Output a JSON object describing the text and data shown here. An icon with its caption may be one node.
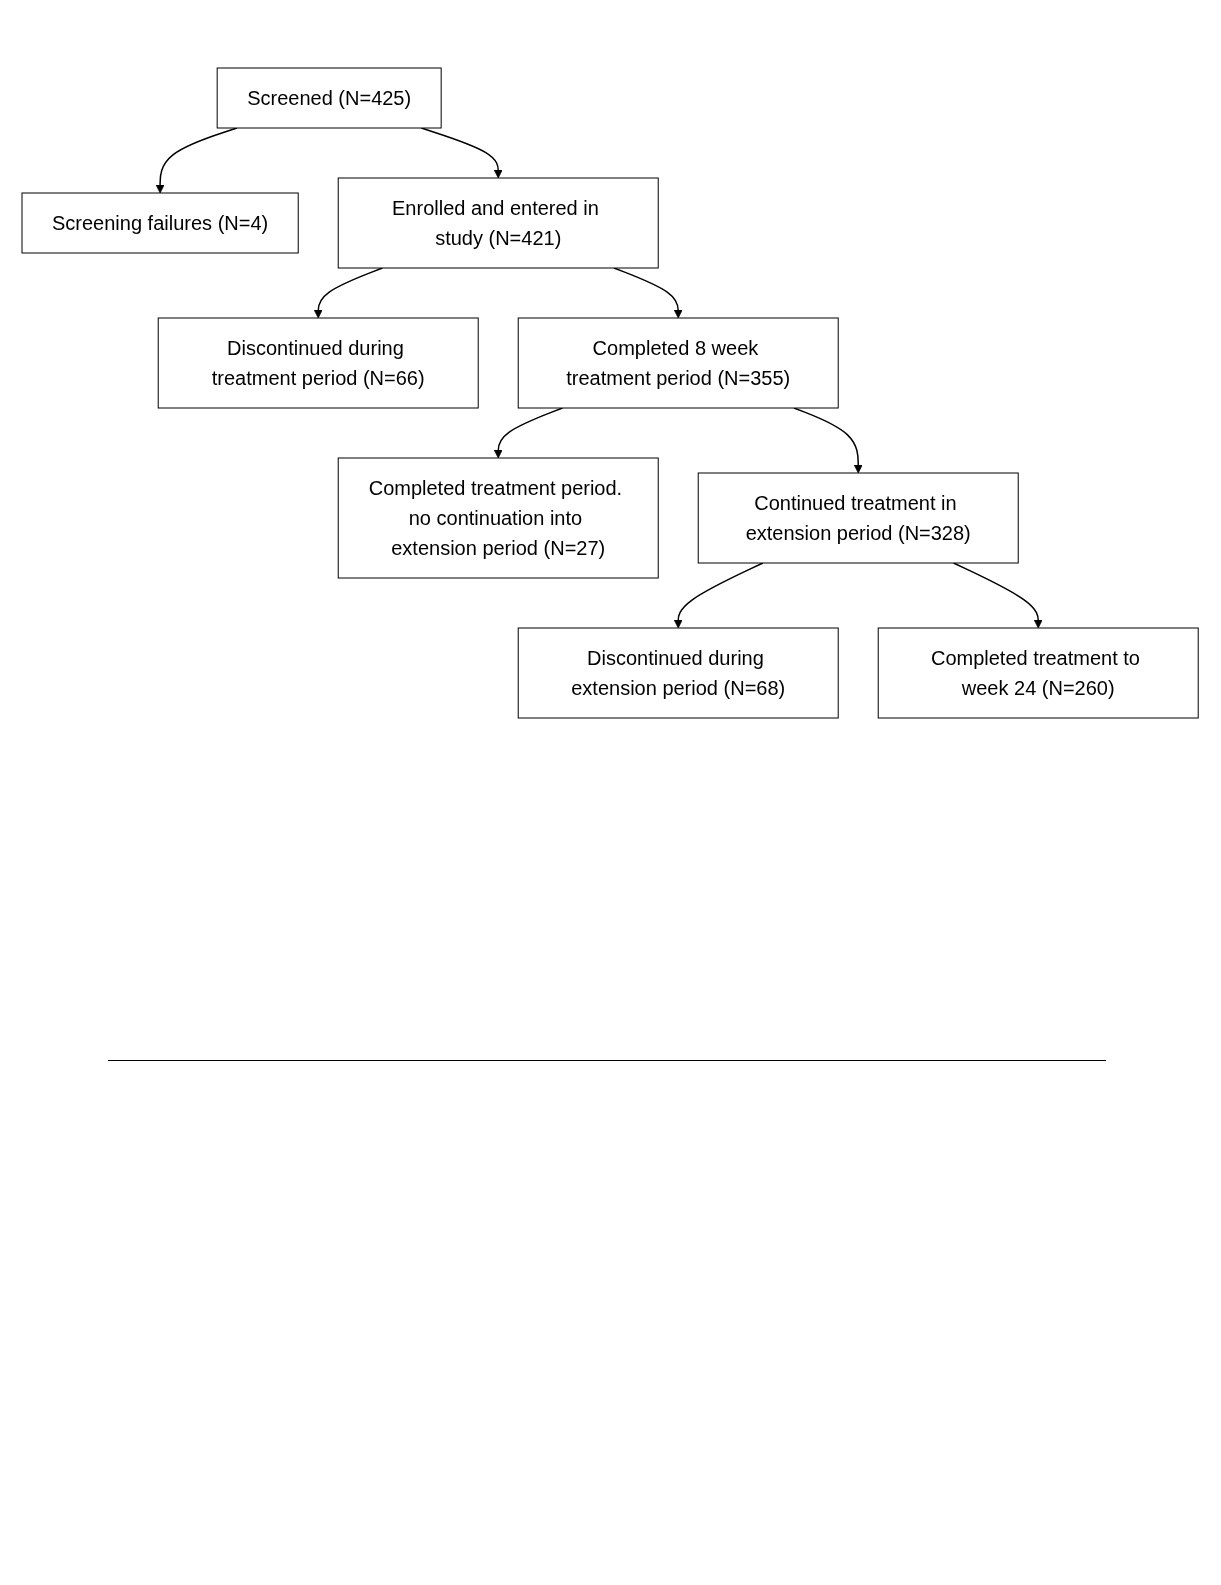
{
  "diagram": {
    "nodes": [
      {
        "text": [
          "Screened (N=425)"
        ]
      },
      {
        "text": [
          "Screening failures (N=4)"
        ]
      },
      {
        "text": [
          "Enrolled and entered in study (N=421)"
        ]
      },
      {
        "text": [
          "Discontinued during treatment period (N=66)"
        ]
      },
      {
        "text": [
          "Completed 8 week treatment period (N=355)"
        ]
      },
      {
        "text": [
          "Completed treatment period. no continuation into extension period (N=27)"
        ]
      },
      {
        "text": [
          "Continued treatment in extension period (N=328)"
        ]
      },
      {
        "text": [
          "Discontinued during extension period (N=68)"
        ]
      },
      {
        "text": [
          "Completed treatment to week 24 (N=260)"
        ]
      }
    ],
    "edges": [
      {
        "from": 0,
        "to": 1,
        "arrow": "to"
      },
      {
        "from": 0,
        "to": 2,
        "arrow": "to"
      },
      {
        "from": 2,
        "to": 3,
        "arrow": "to"
      },
      {
        "from": 2,
        "to": 4,
        "arrow": "to"
      },
      {
        "from": 4,
        "to": 5,
        "arrow": "to"
      },
      {
        "from": 4,
        "to": 6,
        "arrow": "to"
      },
      {
        "from": 6,
        "to": 7,
        "arrow": "to"
      },
      {
        "from": 6,
        "to": 8,
        "arrow": "to"
      }
    ]
  }
}
